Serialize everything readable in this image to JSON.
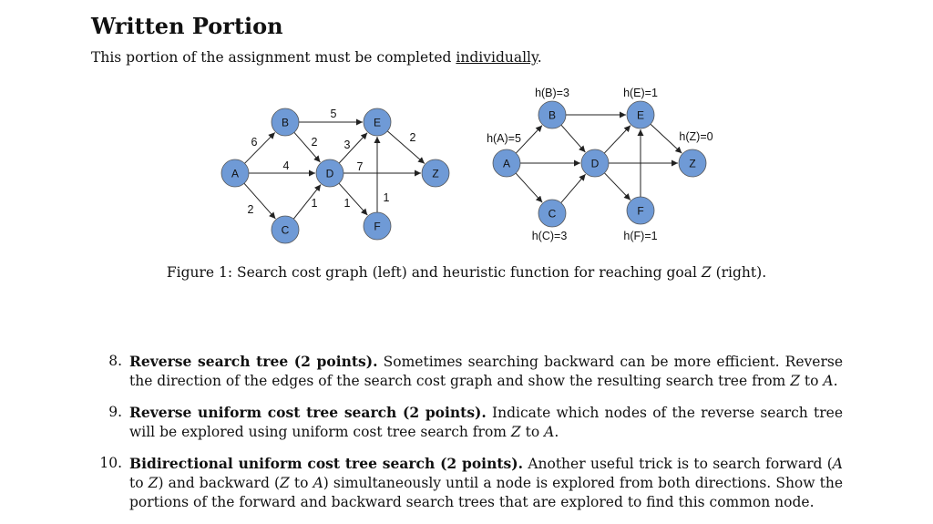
{
  "page": {
    "title": "Written Portion",
    "intro_before": "This portion of the assignment must be completed ",
    "intro_underlined": "individually",
    "intro_after": "."
  },
  "figure": {
    "caption_prefix": "Figure 1: Search cost graph (left) and heuristic function for reaching goal ",
    "caption_goal": "Z",
    "caption_suffix": " (right).",
    "node_color": "#6f9ad6",
    "left_graph": {
      "nodes": [
        "A",
        "B",
        "C",
        "D",
        "E",
        "F",
        "Z"
      ],
      "edges": [
        {
          "from": "A",
          "to": "B",
          "cost": "6"
        },
        {
          "from": "A",
          "to": "C",
          "cost": "2"
        },
        {
          "from": "A",
          "to": "D",
          "cost": "4"
        },
        {
          "from": "B",
          "to": "E",
          "cost": "5"
        },
        {
          "from": "B",
          "to": "D",
          "cost": "2"
        },
        {
          "from": "C",
          "to": "D",
          "cost": "1"
        },
        {
          "from": "D",
          "to": "E",
          "cost": "3"
        },
        {
          "from": "D",
          "to": "Z",
          "cost": "7"
        },
        {
          "from": "D",
          "to": "F",
          "cost": "1"
        },
        {
          "from": "F",
          "to": "E",
          "cost": "1"
        },
        {
          "from": "E",
          "to": "Z",
          "cost": "2"
        }
      ]
    },
    "right_graph": {
      "nodes": [
        "A",
        "B",
        "C",
        "D",
        "E",
        "F",
        "Z"
      ],
      "heuristics": {
        "A": "h(A)=5",
        "B": "h(B)=3",
        "C": "h(C)=3",
        "E": "h(E)=1",
        "F": "h(F)=1",
        "Z": "h(Z)=0"
      }
    }
  },
  "questions": [
    {
      "number": "8.",
      "heading": "Reverse search tree (2 points).",
      "text": [
        {
          "t": " Sometimes searching backward can be more efficient. Reverse the direction of the edges of the search cost graph and show the resulting search tree from "
        },
        {
          "t": "Z",
          "i": true
        },
        {
          "t": " to "
        },
        {
          "t": "A",
          "i": true
        },
        {
          "t": "."
        }
      ]
    },
    {
      "number": "9.",
      "heading": "Reverse uniform cost tree search (2 points).",
      "text": [
        {
          "t": " Indicate which nodes of the reverse search tree will be explored using uniform cost tree search from "
        },
        {
          "t": "Z",
          "i": true
        },
        {
          "t": " to "
        },
        {
          "t": "A",
          "i": true
        },
        {
          "t": "."
        }
      ]
    },
    {
      "number": "10.",
      "heading": "Bidirectional uniform cost tree search (2 points).",
      "text": [
        {
          "t": " Another useful trick is to search forward ("
        },
        {
          "t": "A",
          "i": true
        },
        {
          "t": " to "
        },
        {
          "t": "Z",
          "i": true
        },
        {
          "t": ") and backward ("
        },
        {
          "t": "Z",
          "i": true
        },
        {
          "t": " to "
        },
        {
          "t": "A",
          "i": true
        },
        {
          "t": ") simultaneously until a node is explored from both directions. Show the portions of the forward and backward search trees that are explored to find this common node."
        }
      ]
    }
  ]
}
